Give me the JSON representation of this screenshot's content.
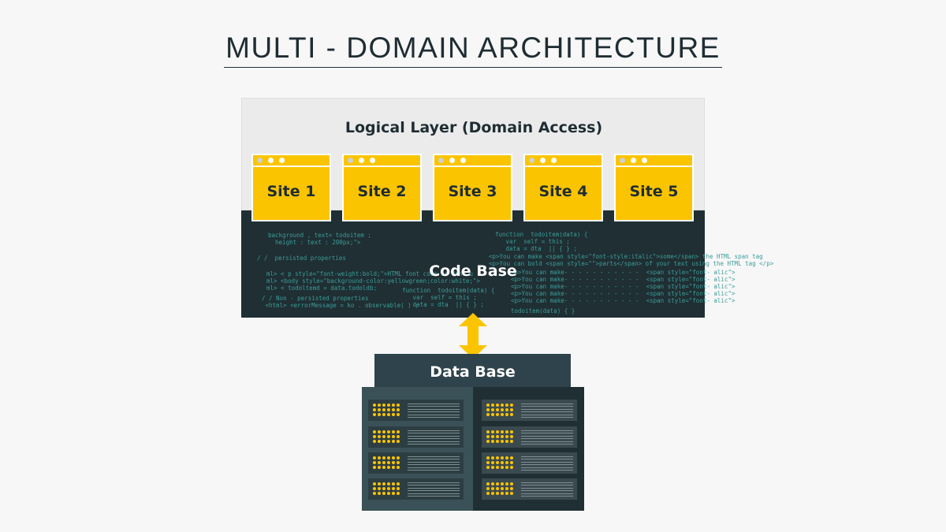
{
  "title": "MULTI - DOMAIN ARCHITECTURE",
  "logical_layer": {
    "title": "Logical Layer (Domain Access)",
    "sites": [
      {
        "label": "Site 1"
      },
      {
        "label": "Site 2"
      },
      {
        "label": "Site 3"
      },
      {
        "label": "Site 4"
      },
      {
        "label": "Site 5"
      }
    ]
  },
  "code_base": {
    "label": "Code Base",
    "snippets": [
      "background , text= todoitem ;\n  height : text : 200px;\">",
      "/ /  persisted properties",
      "ml> < p style=\"font-weight:bold;\">HTML font code is done u\nml> <body style=\"background-color:yellowgreen;color:white;\">\nml> < todoltemd = data.todoldb;",
      "/ / Non - persisted properties\n <html> <errorMessage = ko . observable( ) ;",
      "function  todoitem(data) {\n   var  self = this ;\n   data = dta  || { } ;",
      "function  todoitem(data) {\n   var  self = this ;\n   data = dta  || { } ;",
      "<p>You can make <span style=\"font-style:italic\">some</span> the HTML span tag\n<p>You can bold <span style=\"\">parts</span> of your text using the HTML tag </p>",
      "<p>You can make- - - - - - - - - - -  <span style=\"font- alic\">\n<p>You can make- - - - - - - - - - -  <span style=\"font- alic\">\n<p>You can make- - - - - - - - - - -  <span style=\"font- alic\">\n<p>You can make- - - - - - - - - - -  <span style=\"font- alic\">\n<p>You can make- - - - - - - - - - -  <span style=\"font- alic\">",
      "todoitem(data) { }"
    ]
  },
  "database": {
    "label": "Data Base"
  },
  "colors": {
    "accent": "#fbc400",
    "dark": "#1f2f33",
    "panel": "#2e434b",
    "code_text": "#3d9c9a",
    "background": "#f7f7f7"
  }
}
